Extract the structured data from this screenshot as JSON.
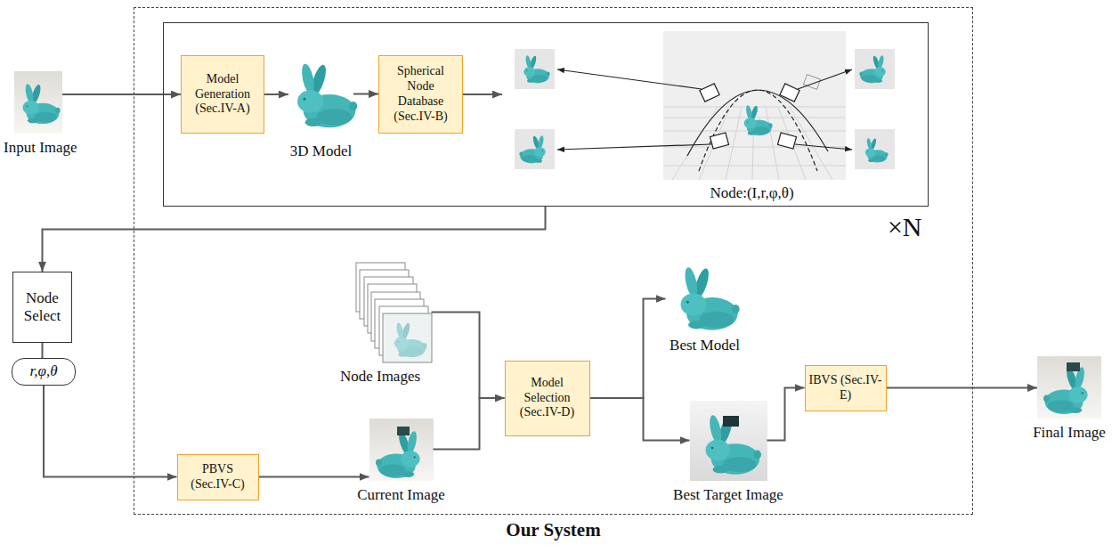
{
  "diagram": {
    "nodes": [
      {
        "text": [
          "Input Image"
        ]
      },
      {
        "text": [
          "Our System"
        ]
      },
      {
        "text": [
          "×N"
        ],
        "in": 1
      },
      {
        "text": [
          "Model Generation (Sec.IV-A)"
        ],
        "in": 2
      },
      {
        "text": [
          "3D Model"
        ],
        "in": 2
      },
      {
        "text": [
          "Spherical Node Database (Sec.IV-B)"
        ],
        "in": 2
      },
      {
        "text": [
          "Node:(I,r,φ,θ)"
        ],
        "in": 2
      },
      {
        "text": [
          "Node Select"
        ]
      },
      {
        "text": [
          "r,φ,θ"
        ]
      },
      {
        "text": [
          "PBVS (Sec.IV-C)"
        ],
        "in": 1
      },
      {
        "text": [
          "Node Images"
        ],
        "in": 1
      },
      {
        "text": [
          "Current Image"
        ],
        "in": 1
      },
      {
        "text": [
          "Model Selection (Sec.IV-D)"
        ],
        "in": 1
      },
      {
        "text": [
          "Best Model"
        ],
        "in": 1
      },
      {
        "text": [
          "Best Target Image"
        ],
        "in": 1
      },
      {
        "text": [
          "IBVS (Sec.IV-E)"
        ],
        "in": 1
      },
      {
        "text": [
          "Final Image"
        ]
      }
    ],
    "edges": [
      {
        "from": 0,
        "to": 3,
        "arrow": "to"
      },
      {
        "from": 3,
        "to": 4,
        "arrow": "to"
      },
      {
        "from": 4,
        "to": 5,
        "arrow": "to"
      },
      {
        "from": 5,
        "to": 6,
        "arrow": "to"
      },
      {
        "from": 2,
        "to": 7,
        "arrow": "to"
      },
      {
        "from": 7,
        "to": 8,
        "arrow": "none"
      },
      {
        "from": 8,
        "to": 9,
        "arrow": "to"
      },
      {
        "from": 9,
        "to": 11,
        "arrow": "to"
      },
      {
        "from": 10,
        "to": 12,
        "arrow": "to"
      },
      {
        "from": 11,
        "to": 12,
        "arrow": "to"
      },
      {
        "from": 12,
        "to": 13,
        "arrow": "to"
      },
      {
        "from": 12,
        "to": 14,
        "arrow": "to"
      },
      {
        "from": 14,
        "to": 15,
        "arrow": "to"
      },
      {
        "from": 15,
        "to": 16,
        "arrow": "to"
      }
    ]
  }
}
